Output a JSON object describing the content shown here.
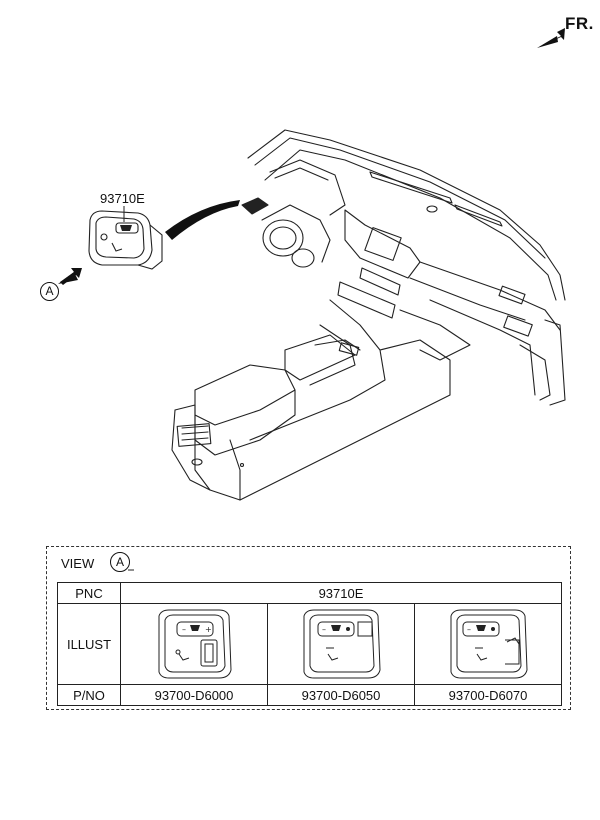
{
  "orientation": {
    "label": "FR."
  },
  "callout": {
    "part_number": "93710E",
    "view_marker": "A"
  },
  "view": {
    "label": "VIEW",
    "marker": "A",
    "rows": {
      "pnc_header": "PNC",
      "pnc_value": "93710E",
      "illust_header": "ILLUST",
      "pno_header": "P/NO"
    },
    "variants": [
      {
        "part_no": "93700-D6000",
        "illust": "switch-with-usb"
      },
      {
        "part_no": "93700-D6050",
        "illust": "switch-with-led"
      },
      {
        "part_no": "93700-D6070",
        "illust": "switch-with-extra-button"
      }
    ]
  }
}
